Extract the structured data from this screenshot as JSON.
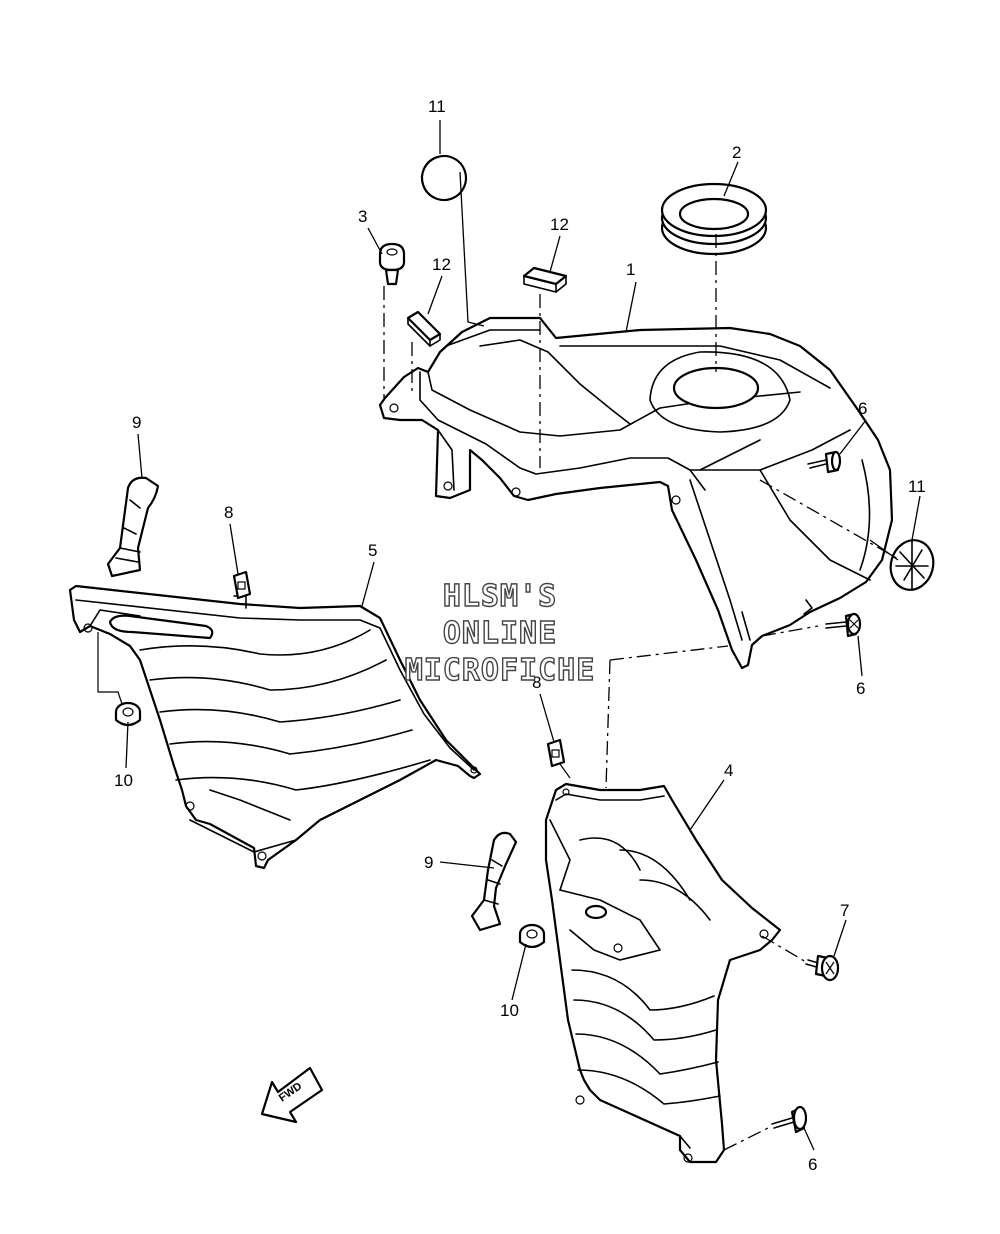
{
  "callouts": {
    "c1": "1",
    "c2": "2",
    "c3": "3",
    "c4": "4",
    "c5": "5",
    "c6a": "6",
    "c6b": "6",
    "c6c": "6",
    "c7": "7",
    "c8a": "8",
    "c8b": "8",
    "c9a": "9",
    "c9b": "9",
    "c10a": "10",
    "c10b": "10",
    "c11a": "11",
    "c11b": "11",
    "c12a": "12",
    "c12b": "12"
  },
  "watermark": {
    "line1": "HLSM'S",
    "line2": "ONLINE",
    "line3": "MICROFICHE"
  },
  "fwd_arrow": {
    "label": "FWD"
  }
}
